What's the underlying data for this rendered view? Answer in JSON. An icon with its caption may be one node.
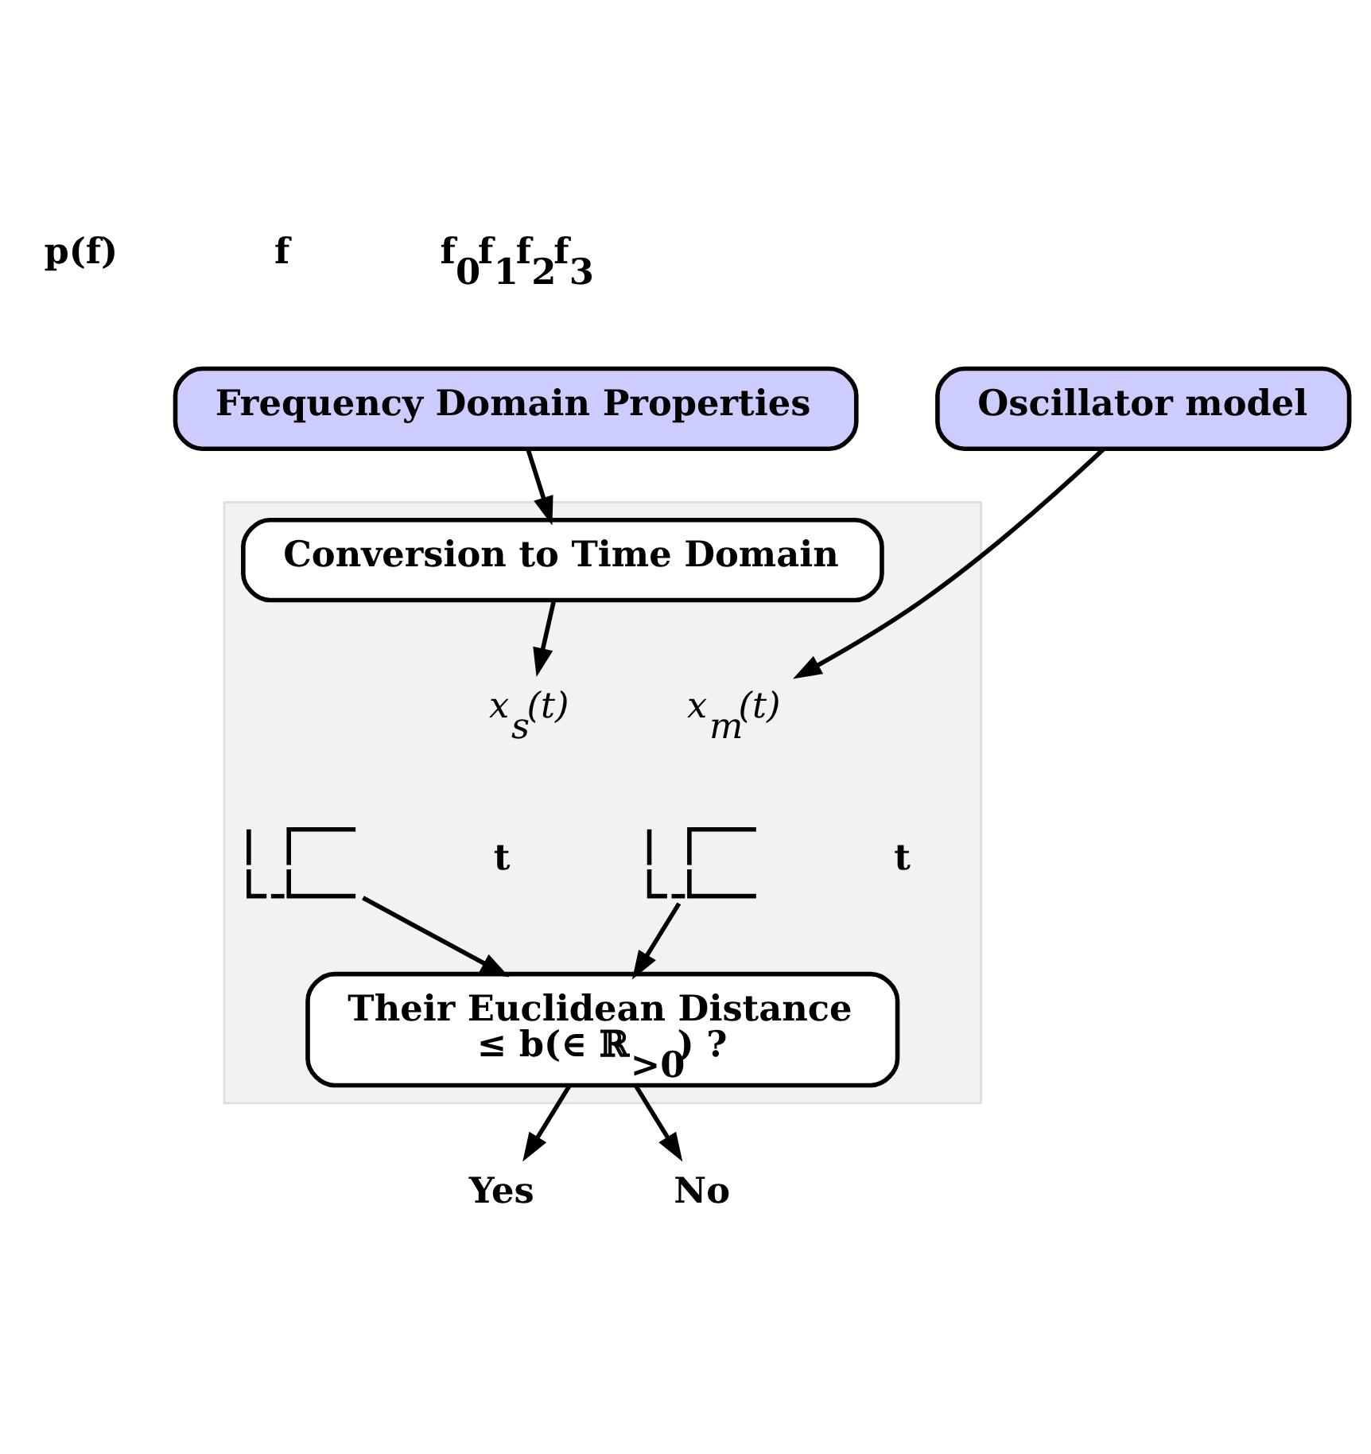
{
  "diagram": {
    "nodes": [
      {
        "text": [
          "Frequency Domain Properties"
        ]
      },
      {
        "text": [
          "Oscillator model"
        ]
      },
      {
        "text": [],
        "shape": "box"
      },
      {
        "text": [
          "Conversion to Time Domain"
        ],
        "in": 2
      },
      {
        "text": [
          "x$_{s}$(t)"
        ],
        "in": 2
      },
      {
        "text": [
          "x$_{m}$(t)"
        ],
        "in": 2
      },
      {
        "text": [],
        "shape": "picture",
        "in": 2,
        "beside": [
          "t"
        ]
      },
      {
        "text": [],
        "shape": "picture",
        "in": 2,
        "beside": [
          "t"
        ]
      },
      {
        "text": [
          "Their Euclidean Distance",
          "≤ b(∈ ℝ$_{>0}$) ?"
        ],
        "in": 2
      },
      {
        "text": [
          "Yes"
        ]
      },
      {
        "text": [
          "No"
        ]
      }
    ],
    "edges": [
      {
        "from": 0,
        "to": 3,
        "arrow": "to"
      },
      {
        "from": 3,
        "to": 4,
        "arrow": "to"
      },
      {
        "from": 1,
        "to": 5,
        "arrow": "to"
      },
      {
        "from": 6,
        "to": 8,
        "arrow": "to"
      },
      {
        "from": 7,
        "to": 8,
        "arrow": "to"
      },
      {
        "from": 8,
        "to": 9,
        "arrow": "to"
      },
      {
        "from": 8,
        "to": 10,
        "arrow": "to"
      }
    ],
    "labels": [
      "p(f)",
      "f",
      "f$_{0}$f$_{1}$f$_{2}$f$_{3}$"
    ]
  }
}
